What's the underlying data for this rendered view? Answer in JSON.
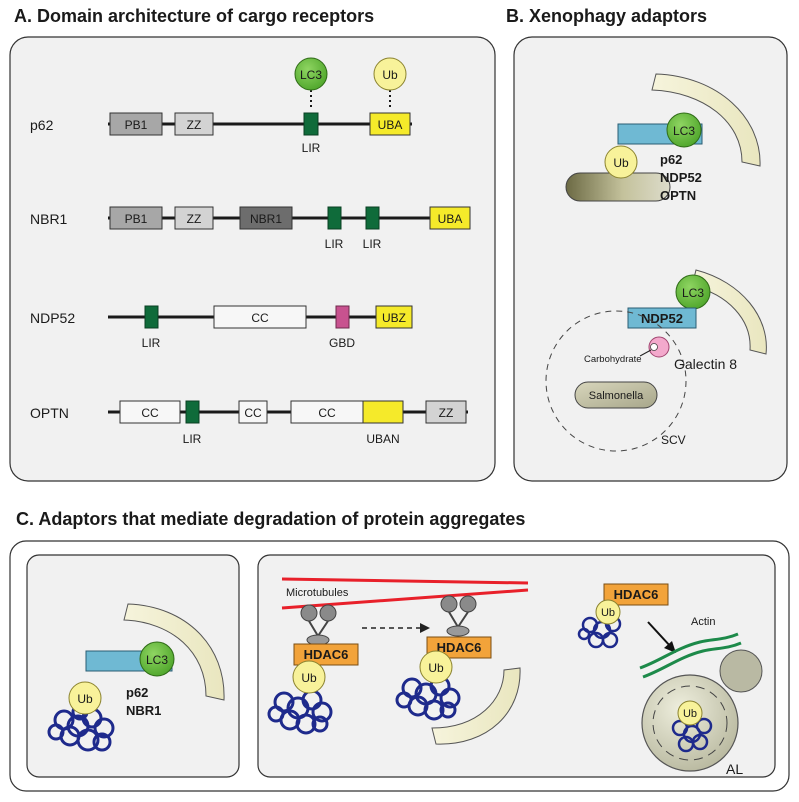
{
  "panel_a": {
    "title": "A. Domain architecture of cargo receptors",
    "rows": [
      {
        "name": "p62",
        "domains": [
          "PB1",
          "ZZ",
          "UBA"
        ],
        "lir": [
          "LIR"
        ],
        "top": [
          "LC3",
          "Ub"
        ]
      },
      {
        "name": "NBR1",
        "domains": [
          "PB1",
          "ZZ",
          "NBR1",
          "UBA"
        ],
        "lir": [
          "LIR",
          "LIR"
        ]
      },
      {
        "name": "NDP52",
        "domains": [
          "CC",
          "UBZ"
        ],
        "lir": [
          "LIR"
        ],
        "gbd": "GBD"
      },
      {
        "name": "OPTN",
        "domains": [
          "CC",
          "CC",
          "CC",
          "ZZ"
        ],
        "lir": [
          "LIR"
        ],
        "uban": "UBAN"
      }
    ]
  },
  "panel_b": {
    "title": "B. Xenophagy adaptors",
    "lc3": "LC3",
    "ub": "Ub",
    "receptors": [
      "p62",
      "NDP52",
      "OPTN"
    ],
    "ndp52": "NDP52",
    "lc3_2": "LC3",
    "carbohydrate": "Carbohydrate",
    "galectin": "Galectin 8",
    "salmonella": "Salmonella",
    "scv": "SCV"
  },
  "panel_c": {
    "title": "C. Adaptors that mediate degradation of protein aggregates",
    "left": {
      "lc3": "LC3",
      "ub": "Ub",
      "receptors": [
        "p62",
        "NBR1"
      ]
    },
    "mid": {
      "microtubules": "Microtubules",
      "hdac": "HDAC6",
      "ub": "Ub"
    },
    "right": {
      "hdac": "HDAC6",
      "ub": "Ub",
      "actin": "Actin",
      "al": "AL"
    }
  },
  "colors": {
    "lir_green": "#0f6b3a",
    "lc3_green": "#6cbf3f",
    "ub_yellow": "#f8f29a",
    "uba_yellow": "#f5ea2a",
    "blue_bar": "#6fb9d3",
    "hdac_orange": "#f2a33a",
    "gbd_pink": "#c8528f",
    "microtubule_red": "#e8202a",
    "actin_green": "#1d8a4a",
    "aggregate_blue": "#1e2a8c",
    "panel_bg": "#f1f1f1"
  }
}
